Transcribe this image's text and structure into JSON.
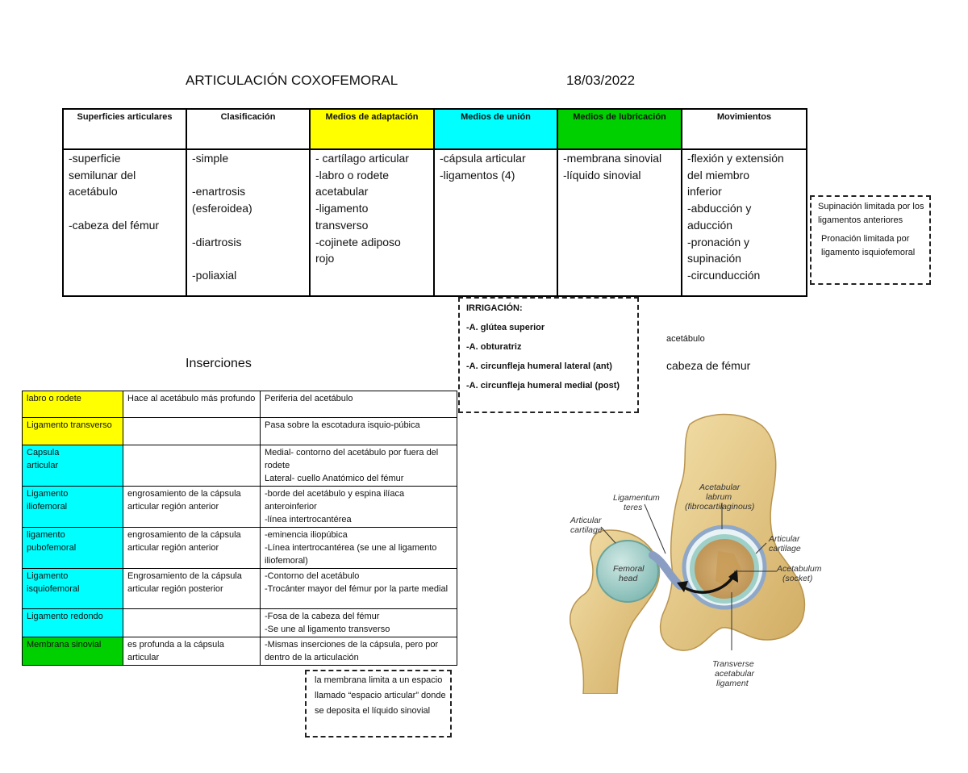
{
  "header": {
    "title": "ARTICULACIÓN COXOFEMORAL",
    "date": "18/03/2022"
  },
  "colors": {
    "yellow": "#ffff00",
    "cyan": "#00ffff",
    "green": "#00d000"
  },
  "main_table": {
    "columns": [
      {
        "header": "Superficies articulares",
        "content": "-superficie\nsemilunar del\nacetábulo\n\n-cabeza del fémur"
      },
      {
        "header": "Clasificación",
        "content": "-simple\n\n-enartrosis\n(esferoidea)\n\n-diartrosis\n\n-poliaxial"
      },
      {
        "header": "Medios de adaptación",
        "content": "- cartílago articular\n-labro o rodete\nacetabular\n-ligamento\ntransverso\n-cojinete adiposo\nrojo"
      },
      {
        "header": "Medios de unión",
        "content": "-cápsula articular\n-ligamentos (4)"
      },
      {
        "header": "Medios de lubricación",
        "content": "-membrana sinovial\n-líquido sinovial"
      },
      {
        "header": "Movimientos",
        "content": "-flexión y extensión\ndel miembro\ninferior\n-abducción y\naducción\n-pronación y\nsupinación\n-circunducción"
      }
    ]
  },
  "side_note": {
    "line1": "Supinación limitada por los ligamentos anteriores",
    "line2": "Pronación limitada por ligamento isquiofemoral"
  },
  "irrigacion": {
    "title": "IRRIGACIÓN:",
    "items": [
      "-A. glútea superior",
      "-A. obturatriz",
      "-A. circunfleja humeral lateral (ant)",
      "-A. circunfleja humeral medial (post)"
    ]
  },
  "labels": {
    "acetabulo": "acetábulo",
    "cabeza": "cabeza de fémur",
    "inserciones": "Inserciones"
  },
  "inserciones": [
    {
      "name": "labro o rodete",
      "desc": "Hace al acetábulo más profundo",
      "ins": "Periferia del acetábulo"
    },
    {
      "name": "Ligamento transverso",
      "desc": "",
      "ins": "Pasa sobre la escotadura isquio-púbica"
    },
    {
      "name": "Capsula\narticular",
      "desc": "",
      "ins": "Medial- contorno del acetábulo por fuera del rodete\nLateral- cuello Anatómico del fémur"
    },
    {
      "name": "Ligamento\niliofemoral",
      "desc": "engrosamiento de la cápsula articular región anterior",
      "ins": "-borde del acetábulo y espina ilíaca anteroinferior\n-línea intertrocantérea"
    },
    {
      "name": "ligamento\npubofemoral",
      "desc": "engrosamiento de la cápsula articular región anterior",
      "ins": "-eminencia iliopúbica\n-Línea intertrocantérea (se une al ligamento iliofemoral)"
    },
    {
      "name": "Ligamento\nisquiofemoral",
      "desc": "Engrosamiento de la cápsula articular región posterior",
      "ins": "-Contorno del acetábulo\n-Trocánter mayor del fémur por la parte medial"
    },
    {
      "name": "Ligamento redondo",
      "desc": "",
      "ins": "-Fosa de la cabeza del fémur\n-Se une al ligamento transverso"
    },
    {
      "name": "Membrana sinovial",
      "desc": "es profunda a la cápsula articular",
      "ins": "-Mismas inserciones de la cápsula, pero por dentro de la articulación"
    }
  ],
  "bottom_note": "la membrana limita a un espacio llamado “espacio articular” donde se deposita el líquido sinovial",
  "figure": {
    "labels": {
      "ligamentum_teres_1": "Ligamentum",
      "ligamentum_teres_2": "teres",
      "articular_cartilage_left_1": "Articular",
      "articular_cartilage_left_2": "cartilage",
      "femoral_head_1": "Femoral",
      "femoral_head_2": "head",
      "acetabular_labrum_1": "Acetabular",
      "acetabular_labrum_2": "labrum",
      "acetabular_labrum_3": "(fibrocartilaginous)",
      "articular_cartilage_right_1": "Articular",
      "articular_cartilage_right_2": "cartilage",
      "acetabulum_1": "Acetabulum",
      "acetabulum_2": "(socket)",
      "transverse_1": "Transverse",
      "transverse_2": "acetabular",
      "transverse_3": "ligament"
    }
  }
}
